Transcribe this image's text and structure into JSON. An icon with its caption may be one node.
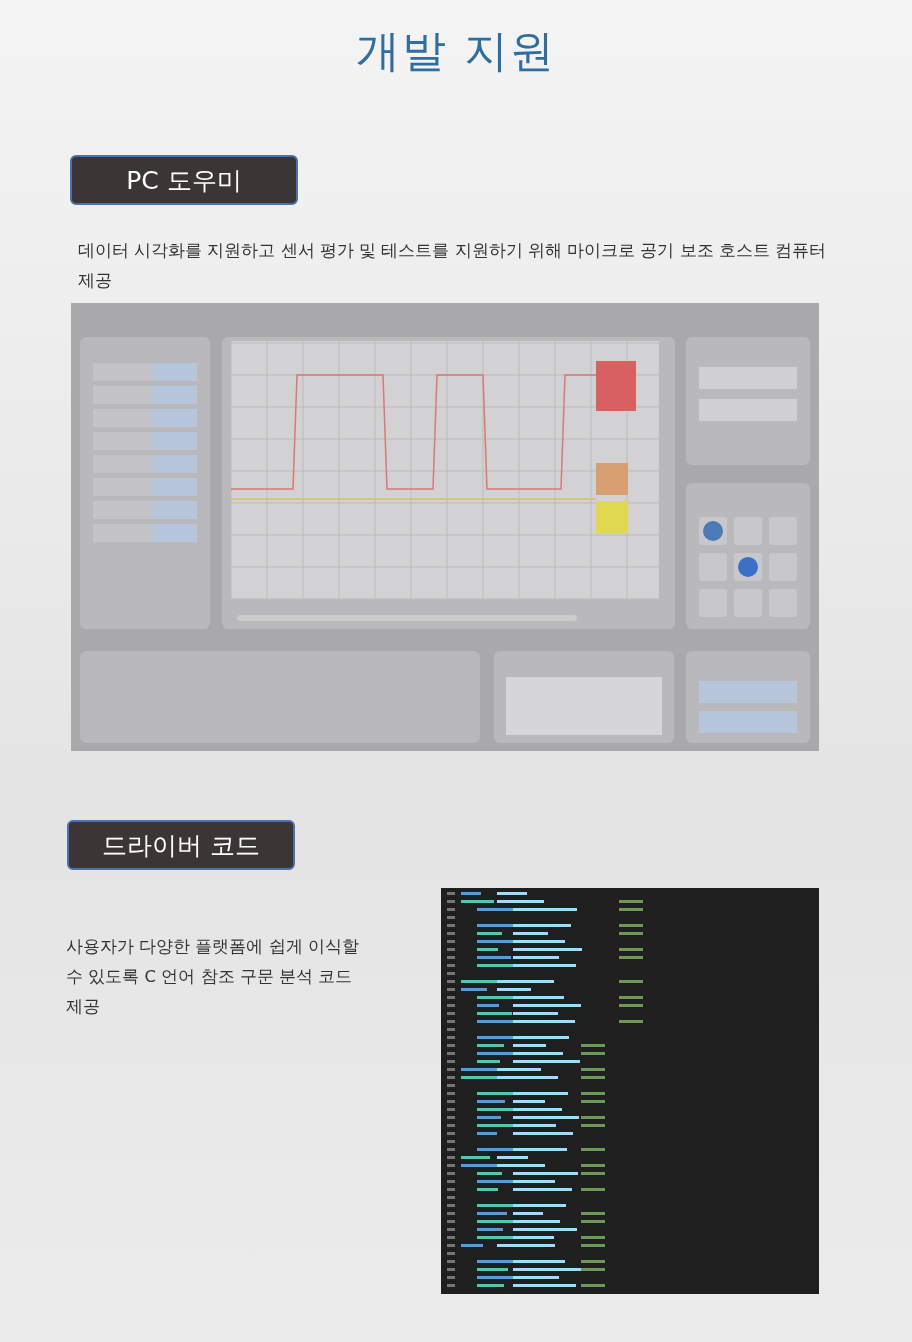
{
  "diagram": {
    "title": "개발 지원",
    "nodes": [
      {
        "text": [
          "PC 도우미"
        ]
      },
      {
        "text": [
          "드라이버 코드"
        ]
      }
    ],
    "labels": [
      "데이터 시각화를 지원하고 센서 평가 및 테스트를 지원하기 위해 마이크로 공기 보조 호스트 컴퓨터 제공",
      "사용자가 다양한 플랫폼에 쉽게 이식할 수 있도록 C 언어 참조 구문 분석 코드 제공"
    ]
  }
}
